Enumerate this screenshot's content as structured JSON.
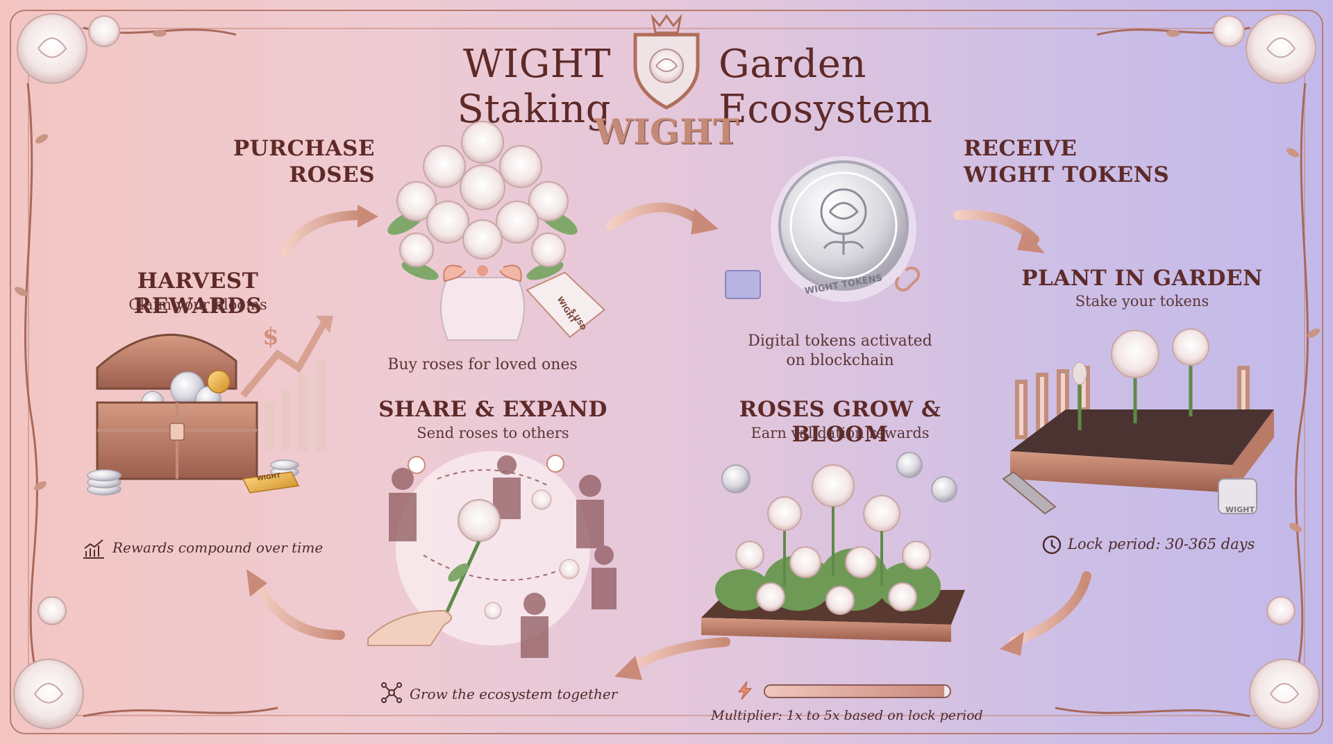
{
  "title": {
    "left": "WIGHT Staking",
    "right": "Garden Ecosystem",
    "brand": "WIGHT"
  },
  "steps": {
    "purchase": {
      "heading_line1": "PURCHASE",
      "heading_line2": "ROSES",
      "caption": "Buy roses for loved ones",
      "tag_text": "WIGHT",
      "tag_price": "$ USD"
    },
    "receive": {
      "heading_line1": "RECEIVE",
      "heading_line2": "WIGHT TOKENS",
      "caption_line1": "Digital tokens activated",
      "caption_line2": "on blockchain",
      "coin_text": "WIGHT TOKENS"
    },
    "plant": {
      "heading": "PLANT IN GARDEN",
      "subtitle": "Stake your tokens",
      "note": "Lock period: 30-365 days",
      "can_text": "WIGHT"
    },
    "grow": {
      "heading": "ROSES GROW & BLOOM",
      "subtitle": "Earn validation rewards",
      "note": "Multiplier: 1x to 5x based on lock period",
      "progress": 0.97
    },
    "share": {
      "heading": "SHARE & EXPAND",
      "subtitle": "Send roses to others",
      "note": "Grow the ecosystem together"
    },
    "harvest": {
      "heading": "HARVEST REWARDS",
      "subtitle": "Claim your blooms",
      "note": "Rewards compound over time",
      "gold_text": "WIGHT",
      "dollar": "$"
    }
  },
  "colors": {
    "accent": "#b5735f",
    "dark": "#5e2a28",
    "gold": "#e0a03a",
    "silver": "#d9d7de"
  },
  "icons": [
    "rose-crest-icon",
    "arrow-icon",
    "clock-icon",
    "lightning-icon",
    "network-icon",
    "chart-icon",
    "heart-icon"
  ]
}
